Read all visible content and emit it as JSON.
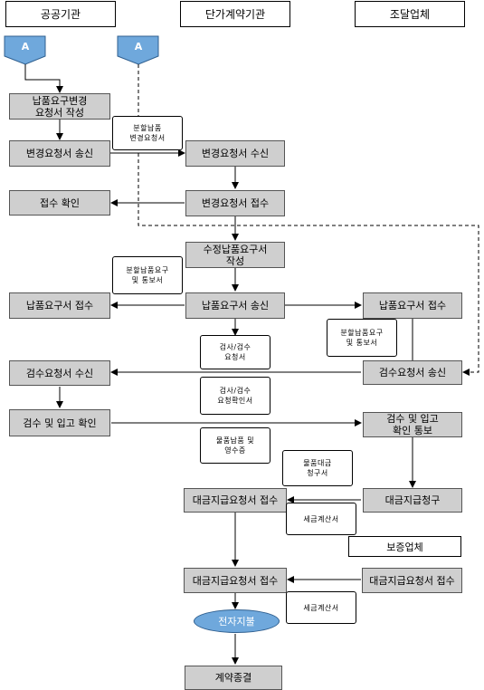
{
  "lanes": [
    "공공기관",
    "단가계약기관",
    "조달업체"
  ],
  "connectors": [
    "A",
    "A"
  ],
  "boxes": {
    "b1": "납품요구변경\n요청서 작성",
    "b2": "변경요청서 송신",
    "b3": "변경요청서 수신",
    "b4": "접수 확인",
    "b5": "변경요청서 접수",
    "b6": "수정납품요구서\n작성",
    "b7": "납품요구서 접수",
    "b8": "납품요구서 송신",
    "b9": "납품요구서 접수",
    "b10": "검수요청서 수신",
    "b11": "검수요청서 송신",
    "b12": "검수 및 입고 확인",
    "b13": "검수 및 입고\n확인 통보",
    "b14": "대금지급요청서 접수",
    "b15": "대금지급청구",
    "b16": "보증업체",
    "b17": "대금지급요청서 접수",
    "b18": "대금지급요청서 접수",
    "b19": "계약종결"
  },
  "ellipse": "전자지불",
  "docs": {
    "d1": "분할납품\n변경요청서",
    "d2": "분할납품요구\n및 통보서",
    "d3": "분할납품요구\n및 통보서",
    "d4": "검사/검수\n요청서",
    "d5": "검사/검수\n요청확인서",
    "d6": "물품납품 및\n영수증",
    "d7": "물품대금\n청구서",
    "d8": "세금계산서",
    "d9": "세금계산서"
  }
}
